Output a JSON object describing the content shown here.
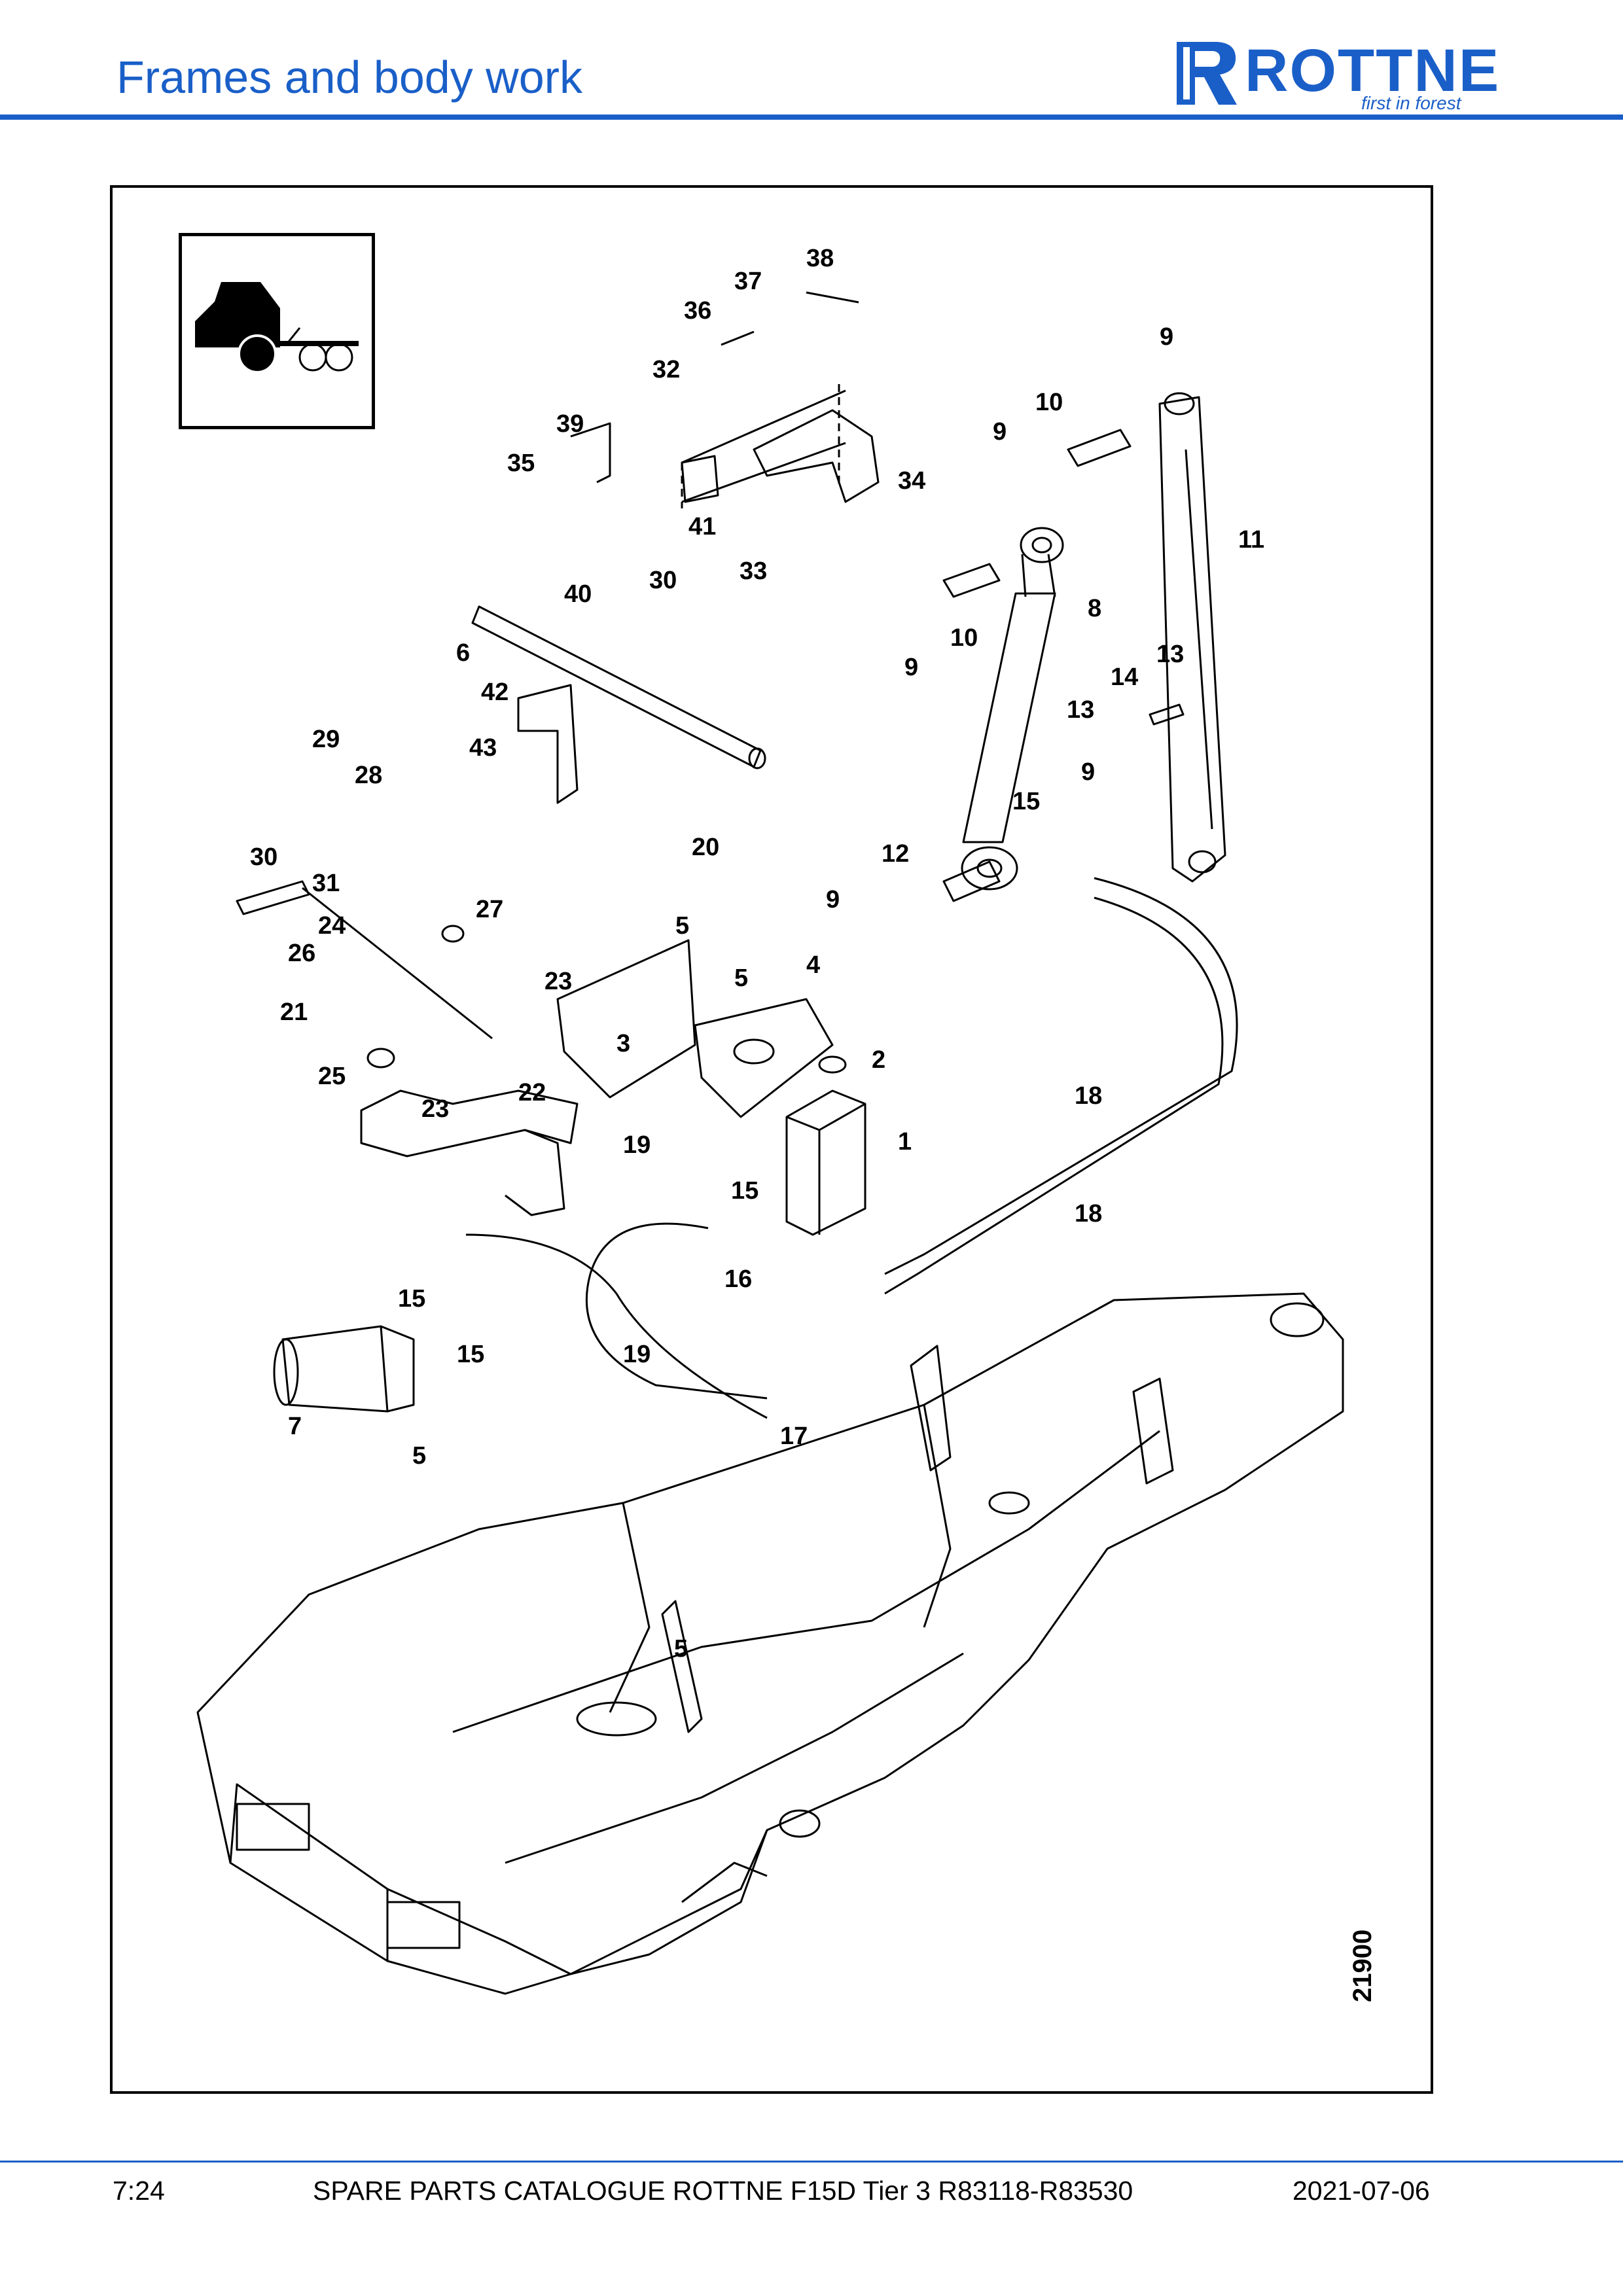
{
  "header": {
    "title": "Frames and body work",
    "logo_word": "ROTTNE",
    "logo_tagline": "first in forest",
    "accent_color": "#1a5fc8"
  },
  "figure": {
    "drawing_number": "21900",
    "callouts": [
      "1",
      "2",
      "3",
      "4",
      "5",
      "5",
      "5",
      "5",
      "6",
      "7",
      "8",
      "9",
      "9",
      "9",
      "9",
      "9",
      "10",
      "10",
      "11",
      "12",
      "13",
      "13",
      "14",
      "15",
      "15",
      "15",
      "15",
      "16",
      "17",
      "18",
      "18",
      "19",
      "19",
      "20",
      "21",
      "22",
      "23",
      "23",
      "24",
      "25",
      "26",
      "27",
      "28",
      "29",
      "30",
      "30",
      "31",
      "32",
      "33",
      "34",
      "35",
      "36",
      "37",
      "38",
      "39",
      "40",
      "41",
      "42",
      "43"
    ]
  },
  "footer": {
    "page": "7:24",
    "catalogue": "SPARE PARTS CATALOGUE ROTTNE F15D Tier 3 R83118-R83530",
    "date": "2021-07-06"
  }
}
